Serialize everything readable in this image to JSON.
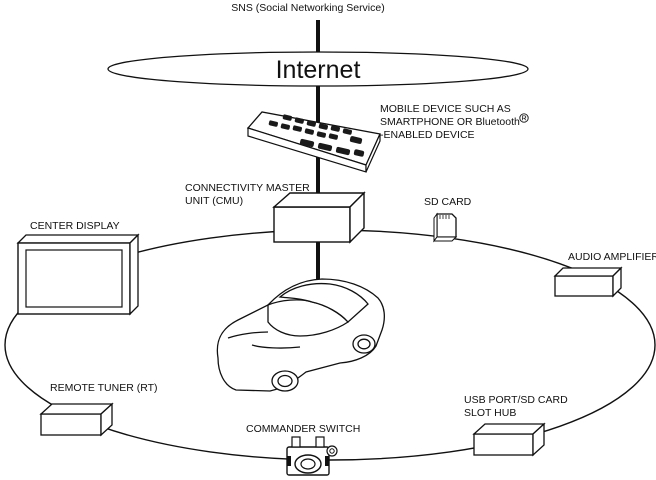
{
  "diagram": {
    "sns_label": "SNS (Social Networking Service)",
    "internet_label": "Internet",
    "mobile_device_label": {
      "line1": "MOBILE DEVICE SUCH AS",
      "line2": "SMARTPHONE OR Bluetooth",
      "line3": "-ENABLED DEVICE",
      "registered_mark": "®"
    },
    "cmu_label": {
      "line1": "CONNECTIVITY MASTER",
      "line2": "UNIT (CMU)"
    },
    "sd_card_label": "SD CARD",
    "center_display_label": "CENTER DISPLAY",
    "audio_amplifier_label": "AUDIO AMPLIFIER",
    "remote_tuner_label": "REMOTE TUNER (RT)",
    "usb_hub_label": {
      "line1": "USB PORT/SD CARD",
      "line2": "SLOT HUB"
    },
    "commander_switch_label": "COMMANDER SWITCH"
  },
  "colors": {
    "line": "#111111",
    "fill": "#ffffff"
  }
}
